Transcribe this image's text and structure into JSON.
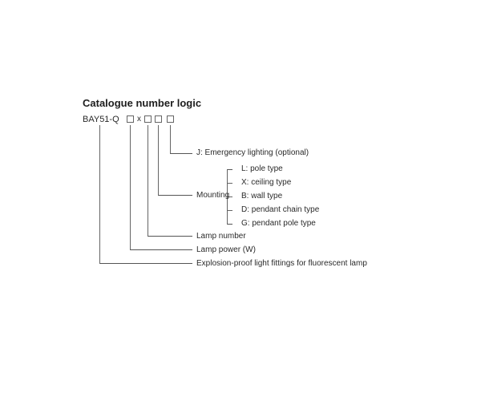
{
  "title": "Catalogue number logic",
  "code": {
    "prefix": "BAY51-Q",
    "separator": "x"
  },
  "labels": {
    "emergency": "J: Emergency lighting (optional)",
    "mounting": "Mounting",
    "lamp_number": "Lamp number",
    "lamp_power": "Lamp power (W)",
    "fitting": "Explosion-proof light fittings for fluorescent lamp"
  },
  "mounting_options": [
    "L: pole type",
    "X: ceiling type",
    "B: wall type",
    "D: pendant chain type",
    "G: pendant pole type"
  ],
  "colors": {
    "line": "#555555",
    "text": "#2a2a2a"
  }
}
